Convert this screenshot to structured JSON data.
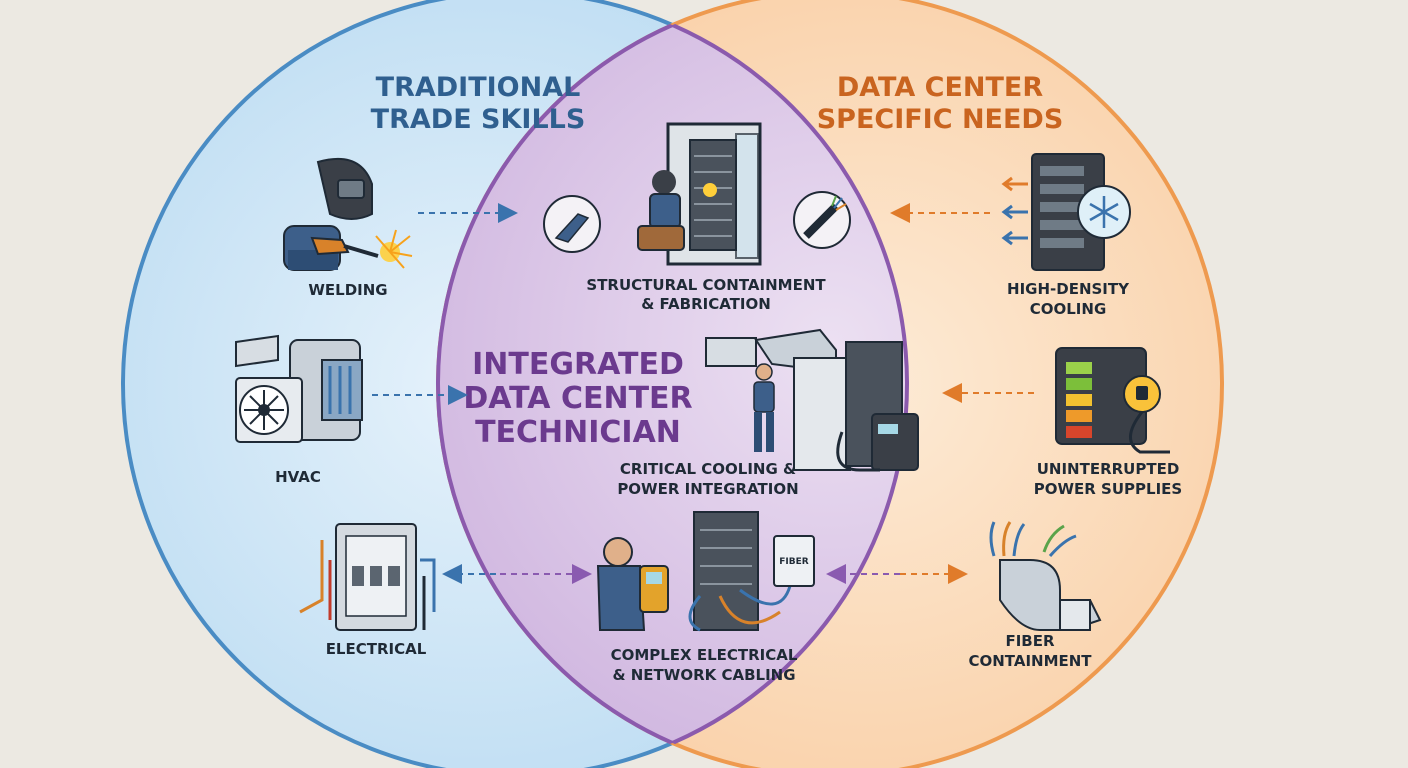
{
  "left": {
    "title_lines": [
      "TRADITIONAL",
      "TRADE SKILLS"
    ],
    "color": "#2f5f8f",
    "items": [
      {
        "label_lines": [
          "WELDING"
        ],
        "icon": "welder-icon"
      },
      {
        "label_lines": [
          "HVAC"
        ],
        "icon": "hvac-unit-icon"
      },
      {
        "label_lines": [
          "ELECTRICAL"
        ],
        "icon": "electrical-panel-icon"
      }
    ]
  },
  "right": {
    "title_lines": [
      "DATA CENTER",
      "SPECIFIC NEEDS"
    ],
    "color": "#c9641f",
    "items": [
      {
        "label_lines": [
          "HIGH-DENSITY",
          "COOLING"
        ],
        "icon": "server-cooling-icon"
      },
      {
        "label_lines": [
          "UNINTERRUPTED",
          "POWER SUPPLIES"
        ],
        "icon": "ups-battery-icon"
      },
      {
        "label_lines": [
          "FIBER",
          "CONTAINMENT"
        ],
        "icon": "fiber-cable-icon"
      }
    ]
  },
  "center": {
    "title_lines": [
      "INTEGRATED",
      "DATA CENTER",
      "TECHNICIAN"
    ],
    "color": "#6b3a8e",
    "items": [
      {
        "label_lines": [
          "STRUCTURAL CONTAINMENT",
          "& FABRICATION"
        ],
        "icon": "rack-fabrication-icon"
      },
      {
        "label_lines": [
          "CRITICAL COOLING &",
          "POWER INTEGRATION"
        ],
        "icon": "cooling-power-icon"
      },
      {
        "label_lines": [
          "COMPLEX ELECTRICAL",
          "& NETWORK CABLING"
        ],
        "icon": "network-cabling-icon"
      }
    ],
    "fiber_box_text": "FIBER"
  },
  "colors": {
    "left_fill": "#cfe6f6",
    "left_stroke": "#4a8cc4",
    "right_fill": "#fbdcbc",
    "right_stroke": "#ee9a4f",
    "overlap_fill": "#d9c4e6",
    "overlap_stroke": "#8b5aad",
    "arrow_blue": "#3a73ad",
    "arrow_orange": "#e07b2a",
    "arrow_purple": "#8a5ab0"
  }
}
